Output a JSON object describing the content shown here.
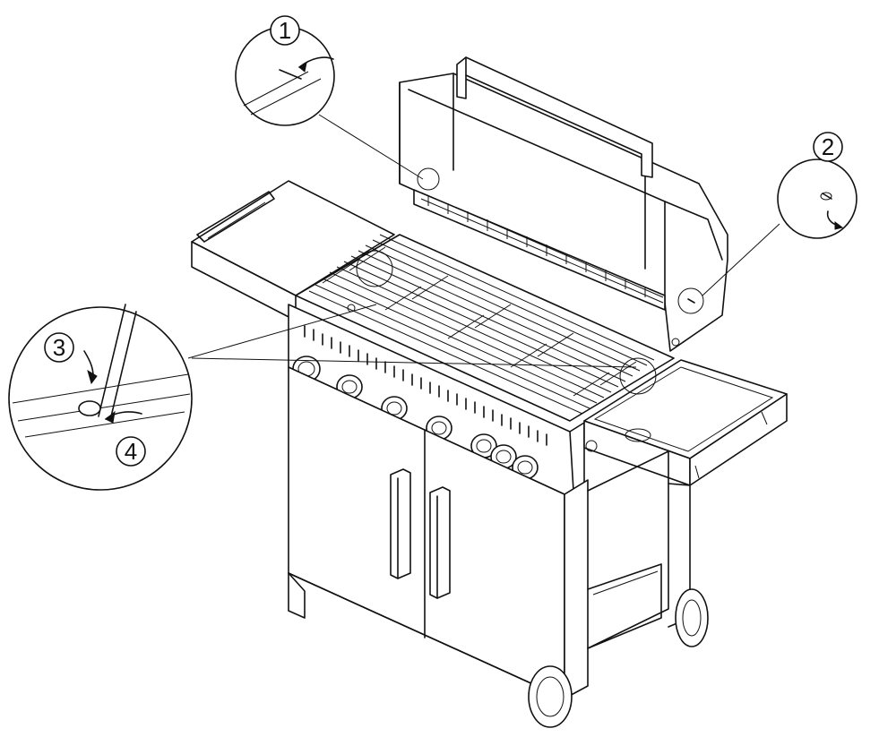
{
  "figure": {
    "colors": {
      "line": "#111111",
      "background": "#ffffff"
    },
    "callouts": [
      {
        "id": "step-1",
        "label": "1"
      },
      {
        "id": "step-2",
        "label": "2"
      },
      {
        "id": "step-3",
        "label": "3"
      },
      {
        "id": "step-4",
        "label": "4"
      }
    ]
  }
}
